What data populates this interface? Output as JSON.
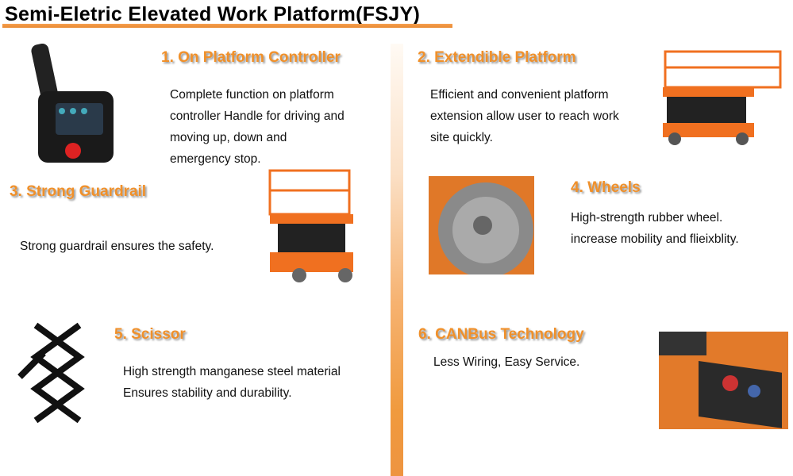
{
  "title": "Semi-Eletric Elevated Work Platform(FSJY)",
  "features": [
    {
      "heading": "1. On Platform Controller",
      "text": [
        "Complete function on platform",
        "controller Handle for driving and",
        "moving up, down and",
        "emergency stop."
      ]
    },
    {
      "heading": "2. Extendible Platform",
      "text": [
        "Efficient and convenient platform",
        "extension allow user to reach work",
        "site quickly."
      ]
    },
    {
      "heading": "3. Strong Guardrail",
      "text": [
        "Strong guardrail ensures the safety."
      ]
    },
    {
      "heading": "4. Wheels",
      "text": [
        "High-strength rubber wheel.",
        "increase mobility and flieixblity."
      ]
    },
    {
      "heading": "5. Scissor",
      "text": [
        "High strength manganese steel material",
        "Ensures stability and durability."
      ]
    },
    {
      "heading": "6. CANBus Technology",
      "text": [
        "Less Wiring, Easy Service."
      ]
    }
  ],
  "colors": {
    "accent": "#f0902a",
    "underline": "#e98a30"
  }
}
